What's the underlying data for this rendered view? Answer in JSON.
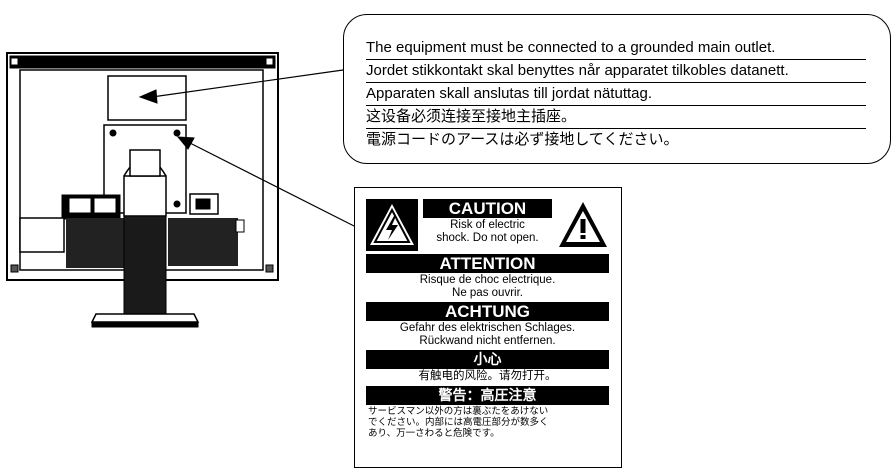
{
  "notice": {
    "lines": [
      "The equipment must be connected to a grounded main outlet.",
      "Jordet stikkontakt skal benyttes når apparatet tilkobles datanett.",
      "Apparaten skall anslutas till jordat nätuttag.",
      "这设备必须连接至接地主插座。",
      "電源コードのアースは必ず接地してください。"
    ]
  },
  "label": {
    "caution_title": "CAUTION",
    "caution_text_1": "Risk of electric",
    "caution_text_2": "shock. Do not open.",
    "attention_title": "ATTENTION",
    "attention_text_1": "Risque de choc electrique.",
    "attention_text_2": "Ne pas ouvrir.",
    "achtung_title": "ACHTUNG",
    "achtung_text_1": "Gefahr des elektrischen Schlages.",
    "achtung_text_2": "Rückwand nicht entfernen.",
    "zh_title": "小心",
    "zh_text": "有触电的风险。请勿打开。",
    "jp_title": "警告：高圧注意",
    "jp_text_1": "サービスマン以外の方は裏ぶたをあけない",
    "jp_text_2": "でください。内部には高電圧部分が数多く",
    "jp_text_3": "あり、万一さわると危険です。"
  },
  "icons": {
    "shock_warning": "lightning-bolt-warning-icon",
    "general_warning": "exclamation-warning-icon"
  },
  "colors": {
    "ink": "#000000",
    "paper": "#ffffff"
  }
}
